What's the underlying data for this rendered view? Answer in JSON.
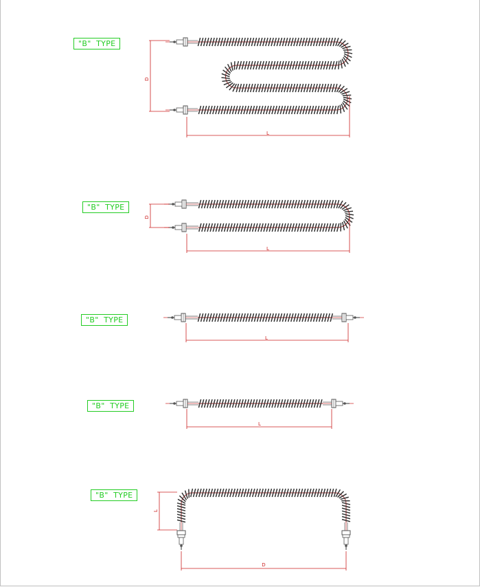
{
  "colors": {
    "label": "#22cc22",
    "dimension": "#cc2222",
    "fins": "#333333",
    "tube": "#cc2222",
    "terminal": "#555555"
  },
  "heaters": [
    {
      "label": "\"B\"  TYPE",
      "dims": [
        "D",
        "L"
      ]
    },
    {
      "label": "\"B\"  TYPE",
      "dims": [
        "D",
        "L"
      ]
    },
    {
      "label": "\"B\"  TYPE",
      "dims": [
        "L"
      ]
    },
    {
      "label": "\"B\"  TYPE",
      "dims": [
        "L"
      ]
    },
    {
      "label": "\"B\"  TYPE",
      "dims": [
        "L",
        "D"
      ]
    }
  ]
}
